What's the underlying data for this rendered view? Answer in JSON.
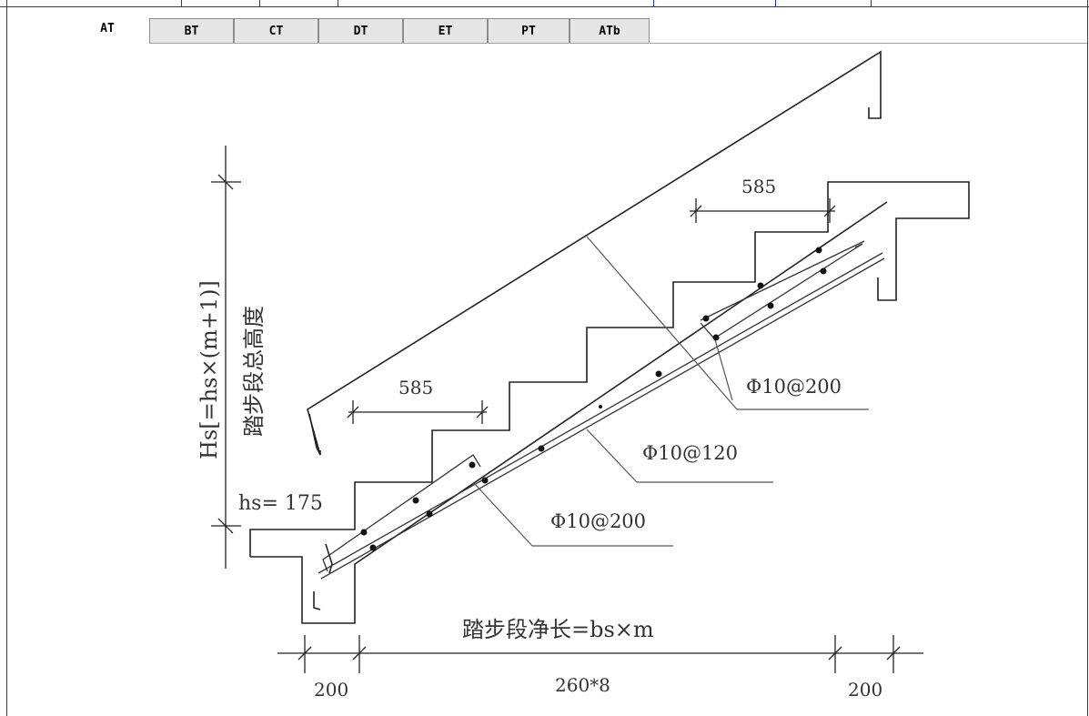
{
  "tabs": [
    {
      "label": "AT",
      "active": true
    },
    {
      "label": "BT",
      "active": false
    },
    {
      "label": "CT",
      "active": false
    },
    {
      "label": "DT",
      "active": false
    },
    {
      "label": "ET",
      "active": false
    },
    {
      "label": "PT",
      "active": false
    },
    {
      "label": "ATb",
      "active": false
    }
  ],
  "drawing": {
    "tread_top": "585",
    "tread_middle": "585",
    "rebar_top": "Φ10@200",
    "rebar_middle": "Φ10@120",
    "rebar_bottom": "Φ10@200",
    "riser_label": "hs= 175",
    "height_formula": "Hs[=hs×(m+1)]",
    "height_caption": "踏步段总高度",
    "length_caption": "踏步段净长=bs×m",
    "dim_left": "200",
    "dim_center": "260*8",
    "dim_right": "200"
  }
}
